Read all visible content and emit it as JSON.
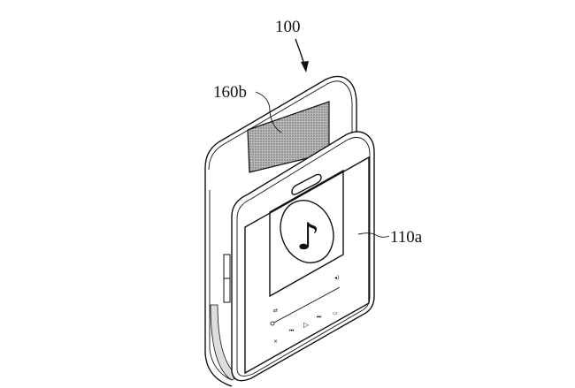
{
  "figure": {
    "reference_labels": {
      "device": "100",
      "rear_display": "160b",
      "front_display": "110a"
    },
    "screen_icons": [
      "music-note-icon",
      "shuffle-icon",
      "repeat-icon",
      "previous-icon",
      "play-icon",
      "next-icon",
      "close-icon",
      "menu-icon",
      "volume-icon"
    ]
  }
}
